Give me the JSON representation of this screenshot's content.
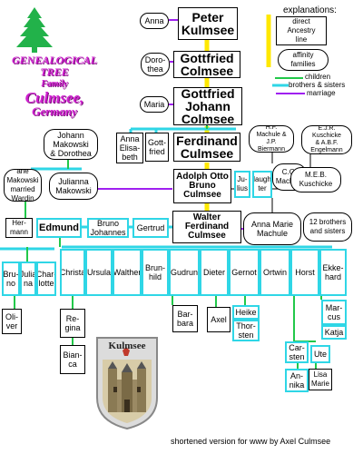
{
  "title": {
    "line1": "GENEALOGICAL",
    "line2": "TREE",
    "line3": "Family",
    "line4": "Culmsee,",
    "line5": "Germany"
  },
  "legend": {
    "heading": "explanations:",
    "direct": "direct\nAncestry\nline",
    "affinity": "affinity\nfamilies",
    "children": "children",
    "siblings": "brothers & sisters",
    "marriage": "marriage"
  },
  "people": {
    "anna": "Anna",
    "peter": "Peter\nKulmsee",
    "dorothea": "Doro-\nthea",
    "gottfried1": "Gottfried\nColmsee",
    "maria": "Maria",
    "gottfried2": "Gottfried\nJohann\nColmsee",
    "johann_makowski": "Johann\nMakowski\n& Dorothea",
    "anna_elisabeth": "Anna\nElisa-\nbeth",
    "gottfried3": "Gott-\nfried",
    "ferdinand": "Ferdinand\nCulmsee",
    "hf_machule": "H.F.\nMachule &\nJ.P.\nBiermann",
    "ejr_kuschicke": "E.J.R.\nKuschicke\n& A.B.F.\nEngelmann",
    "marie_makowski": "arie\nMakowski\nmarried\nWardin",
    "julianna": "Julianna\nMakowski",
    "adolph": "Adolph Otto\nBruno\nCulmsee",
    "julius": "Ju-\nlius",
    "daughter": "daugh-\nter",
    "cg_machule": "C.G.\nMachule",
    "meb_kuschicke": "M.E.B.\nKuschicke",
    "hermann": "Her-\nmann",
    "edmund": "Edmund",
    "bruno_johannes": "Bruno\nJohannes",
    "gertrud": "Gertrud",
    "walter": "Walter\nFerdinand\nCulmsee",
    "anna_marie_machule": "Anna Marie\nMachule",
    "twelve_siblings": "12 brothers\nand sisters",
    "bruno": "Bru-\nno",
    "julia": "Julia\nna",
    "charlotte": "Char-\nlotte",
    "christa": "Christa",
    "ursula": "Ursula",
    "walther": "Walther",
    "brunhild": "Brun-\nhild",
    "gudrun": "Gudrun",
    "dieter": "Dieter",
    "gernot": "Gernot",
    "ortwin": "Ortwin",
    "horst": "Horst",
    "ekkehard": "Ekke-\nhard",
    "oliver": "Oli-\nver",
    "regina": "Re-\ngina",
    "barbara": "Bar-\nbara",
    "axel": "Axel",
    "heike": "Heike",
    "thorsten": "Thor-\nsten",
    "marcus": "Mar-\ncus",
    "katja": "Katja",
    "bianca": "Bian-\nca",
    "carsten": "Car-\nsten",
    "ute": "Ute",
    "annika": "An-\nnika",
    "lisa_marie": "Lisa\nMarie"
  },
  "crest": {
    "text": "Kulmsee"
  },
  "footer": "shortened version for www by Axel Culmsee",
  "colors": {
    "direct_line": "#ffe800",
    "affinity": "#000000",
    "children_line": "#22c84a",
    "siblings_line": "#2fd6e6",
    "marriage_line": "#a020f0",
    "title_magenta": "#d020d0",
    "tree_green": "#22b24a"
  }
}
